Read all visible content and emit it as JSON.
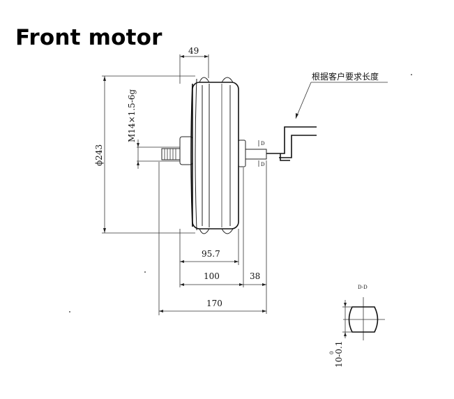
{
  "title": "Front motor",
  "note_cn": "根据客户要求长度",
  "dims": {
    "width_top": "49",
    "diameter": "ϕ243",
    "thread": "M14×1.5-6g",
    "inner_width": "95.7",
    "hub_width": "100",
    "axle_ext": "38",
    "overall": "170",
    "flat": "10-0.1",
    "flat_tol": "0"
  },
  "section_marks": {
    "d_upper": "D",
    "d_lower": "D",
    "section_label": "D-D"
  }
}
